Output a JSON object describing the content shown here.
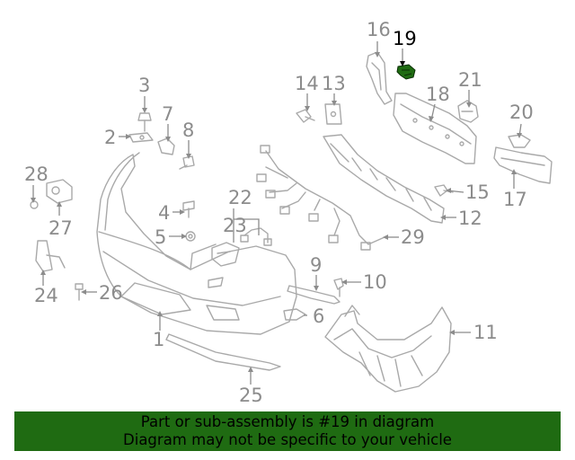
{
  "callouts": {
    "c1": "1",
    "c2": "2",
    "c3": "3",
    "c4": "4",
    "c5": "5",
    "c6": "6",
    "c7": "7",
    "c8": "8",
    "c9": "9",
    "c10": "10",
    "c11": "11",
    "c12": "12",
    "c13": "13",
    "c14": "14",
    "c15": "15",
    "c16": "16",
    "c17": "17",
    "c18": "18",
    "c19": "19",
    "c20": "20",
    "c21": "21",
    "c22": "22",
    "c23": "23",
    "c24": "24",
    "c25": "25",
    "c26": "26",
    "c27": "27",
    "c28": "28",
    "c29": "29"
  },
  "highlight": {
    "part_number": "19",
    "color": "#1f6b12"
  },
  "banner": {
    "line1": "Part or sub-assembly is #19 in diagram",
    "line2": "Diagram may not be specific to your vehicle",
    "background": "#1f6b12"
  }
}
